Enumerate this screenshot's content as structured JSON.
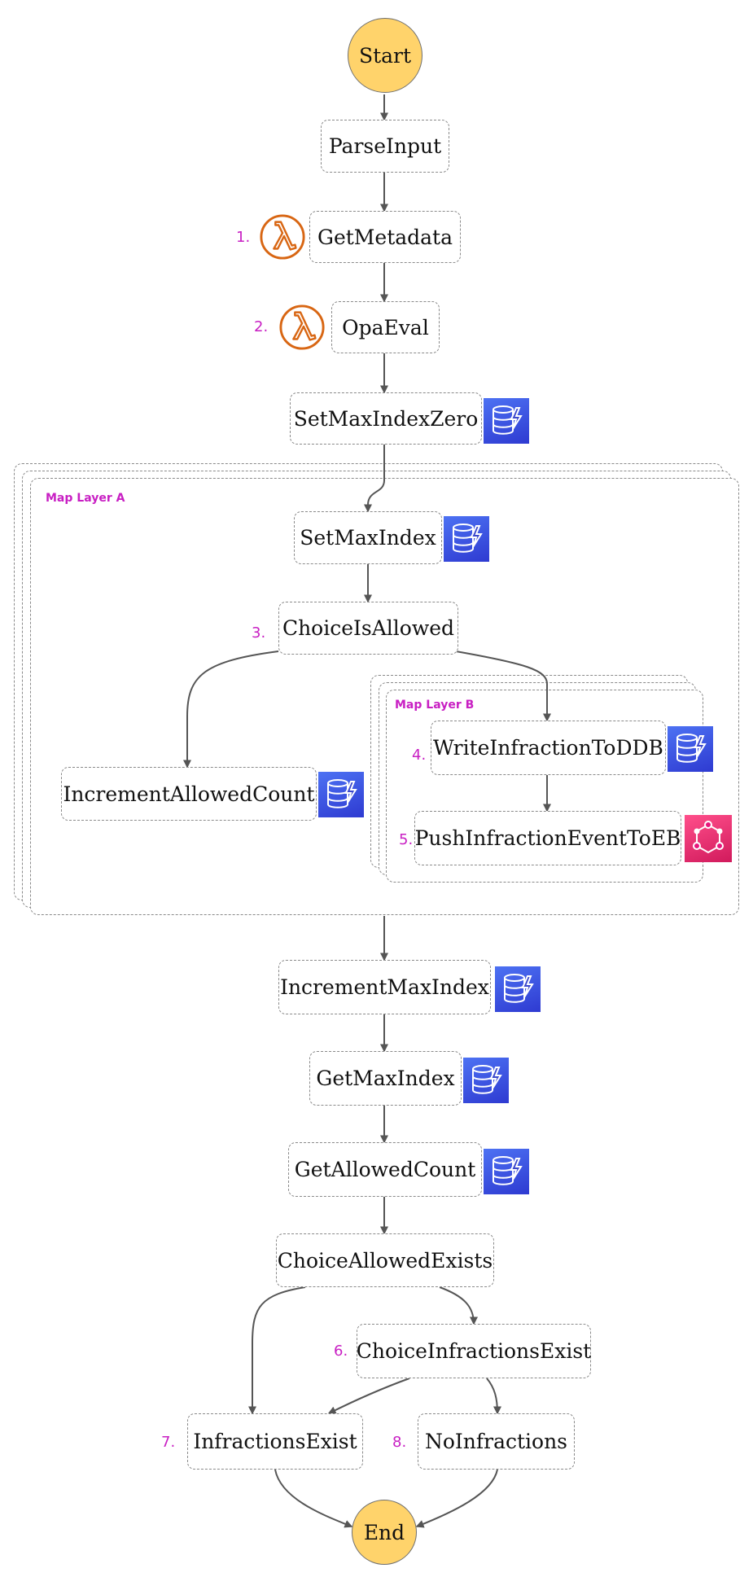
{
  "start": "Start",
  "end": "End",
  "map_layer_a": "Map Layer A",
  "map_layer_b": "Map Layer B",
  "nodes": {
    "parse_input": "ParseInput",
    "get_metadata": "GetMetadata",
    "opa_eval": "OpaEval",
    "set_max_index_zero": "SetMaxIndexZero",
    "set_max_index": "SetMaxIndex",
    "choice_is_allowed": "ChoiceIsAllowed",
    "increment_allowed_count": "IncrementAllowedCount",
    "write_infraction_to_ddb": "WriteInfractionToDDB",
    "push_infraction_event_to_eb": "PushInfractionEventToEB",
    "increment_max_index": "IncrementMaxIndex",
    "get_max_index": "GetMaxIndex",
    "get_allowed_count": "GetAllowedCount",
    "choice_allowed_exists": "ChoiceAllowedExists",
    "choice_infractions_exist": "ChoiceInfractionsExist",
    "infractions_exist": "InfractionsExist",
    "no_infractions": "NoInfractions"
  },
  "step_numbers": {
    "n1": "1.",
    "n2": "2.",
    "n3": "3.",
    "n4": "4.",
    "n5": "5.",
    "n6": "6.",
    "n7": "7.",
    "n8": "8."
  },
  "icons": {
    "lambda": "lambda-icon",
    "dynamodb": "dynamodb-icon",
    "eventbridge": "eventbridge-icon"
  },
  "colors": {
    "terminal_fill": "#ffd36b",
    "step_number": "#c81fc3",
    "lambda": "#d86613",
    "dynamodb": "#3b48cc",
    "eventbridge": "#e7157b"
  }
}
